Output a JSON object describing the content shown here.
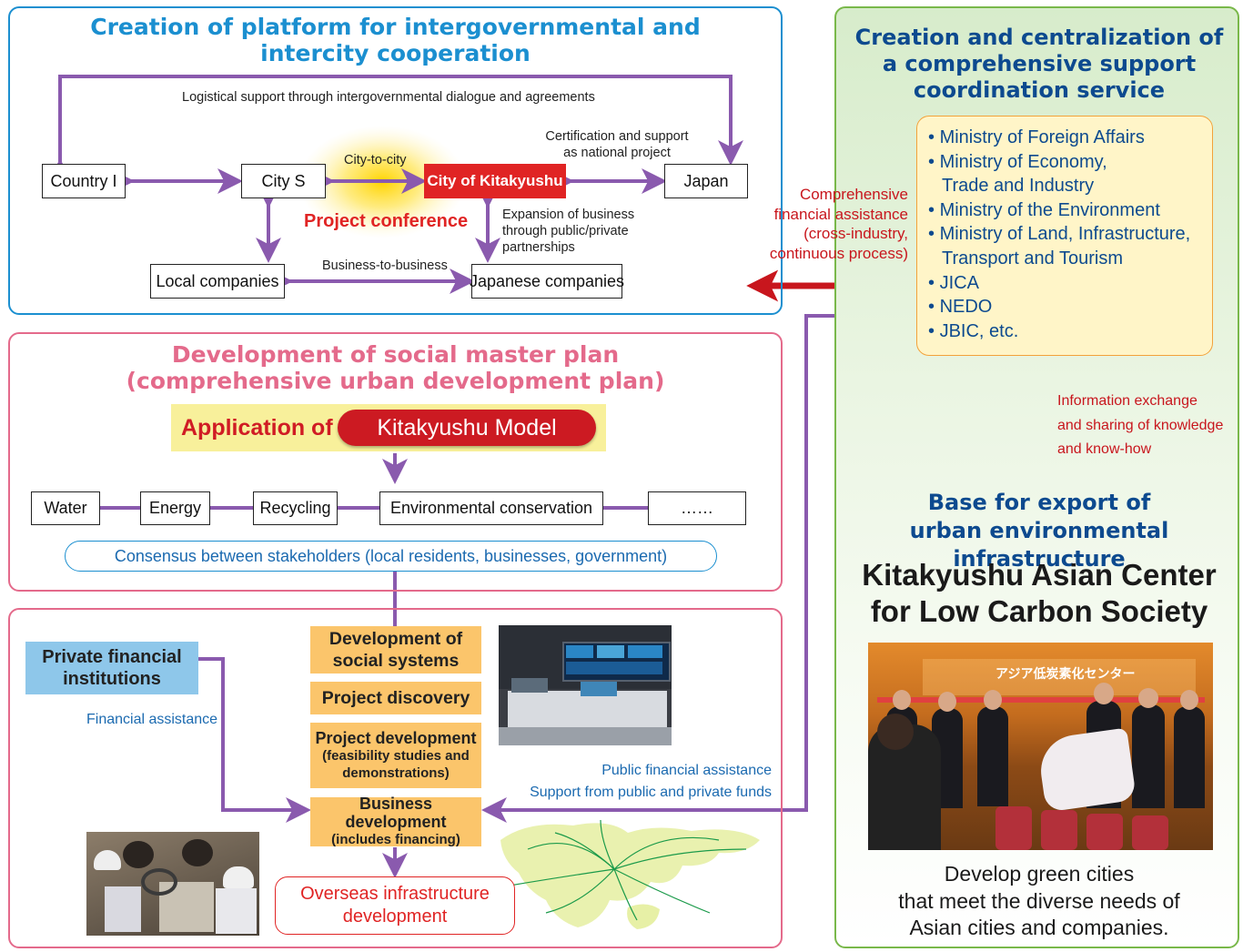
{
  "top_panel": {
    "title_line1": "Creation of platform for intergovernmental and",
    "title_line2": "intercity cooperation",
    "logistical_label": "Logistical support through intergovernmental dialogue and agreements",
    "certification_line1": "Certification and support",
    "certification_line2": "as national project",
    "city_to_city": "City-to-city",
    "project_conference": "Project conference",
    "expansion_line1": "Expansion of business",
    "expansion_line2": "through public/private",
    "expansion_line3": "partnerships",
    "b2b": "Business-to-business",
    "nodes": {
      "country": "Country I",
      "city_s": "City S",
      "kitakyushu": "City of Kitakyushu",
      "japan": "Japan",
      "local": "Local companies",
      "japanese": "Japanese companies"
    }
  },
  "middle_panel": {
    "title_line1": "Development of social master plan",
    "title_line2": "(comprehensive urban development plan)",
    "application_of": "Application of",
    "model": "Kitakyushu Model",
    "items": [
      "Water",
      "Energy",
      "Recycling",
      "Environmental conservation",
      "……"
    ],
    "consensus": "Consensus between stakeholders (local residents, businesses, government)"
  },
  "bottom_panel": {
    "private_line1": "Private financial",
    "private_line2": "institutions",
    "financial_assistance": "Financial assistance",
    "steps": {
      "social_line1": "Development of",
      "social_line2": "social systems",
      "discovery": "Project discovery",
      "pd_line1": "Project development",
      "pd_line2": "(feasibility studies and",
      "pd_line3": "demonstrations)",
      "bd_line1": "Business development",
      "bd_line2": "(includes financing)"
    },
    "overseas_line1": "Overseas infrastructure",
    "overseas_line2": "development",
    "public_line1": "Public financial assistance",
    "public_line2": "Support from public and private funds"
  },
  "right_panel": {
    "title_line1": "Creation and centralization of",
    "title_line2": "a comprehensive support",
    "title_line3": "coordination service",
    "ministries": [
      "Ministry of Foreign Affairs",
      "Ministry of Economy,",
      "Trade and Industry",
      "Ministry of the Environment",
      "Ministry of Land, Infrastructure,",
      "Transport and Tourism",
      "JICA",
      "NEDO",
      "JBIC, etc."
    ],
    "comprehensive_line1": "Comprehensive",
    "comprehensive_line2": "financial assistance",
    "comprehensive_line3": "(cross-industry,",
    "comprehensive_line4": "continuous process)",
    "info_line1": "Information exchange",
    "info_line2": "and sharing of knowledge",
    "info_line3": "and know-how",
    "base_line1": "Base for export of",
    "base_line2": "urban environmental infrastructure",
    "center_line1": "Kitakyushu Asian Center",
    "center_line2": "for Low Carbon Society",
    "photo_sign": "アジア低炭素化センター",
    "develop_line1": "Develop green cities",
    "develop_line2": "that meet the diverse needs of",
    "develop_line3": "Asian cities and companies."
  },
  "colors": {
    "purple": "#8a5aae",
    "red": "#c8161d",
    "blue_title": "#1b8fd0",
    "pink_title": "#e46a8b",
    "navy": "#0d4a8f",
    "orange_box": "#fbc56b"
  }
}
